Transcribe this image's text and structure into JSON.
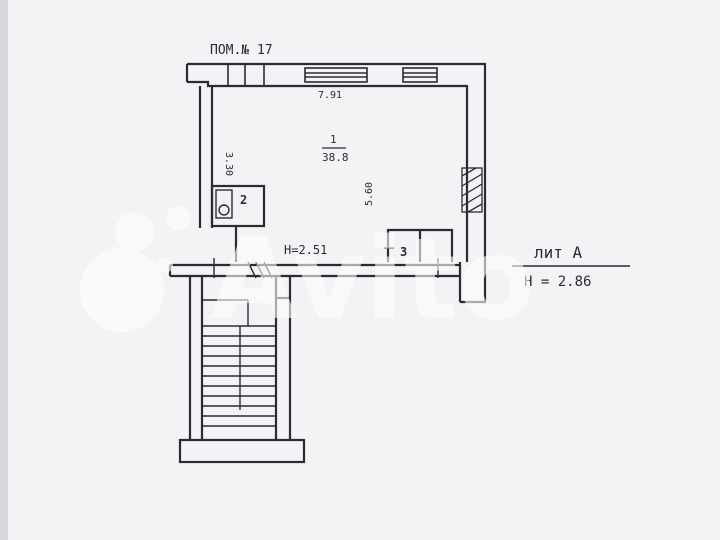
{
  "plan": {
    "header": "ПОМ.№ 17",
    "rooms": [
      {
        "number": "1",
        "area": "38.8"
      },
      {
        "number": "2"
      },
      {
        "number": "3"
      }
    ],
    "dimensions": {
      "top": "7.91",
      "left": "3.30",
      "right": "5.60"
    },
    "room_height": "H=2.51",
    "building": {
      "label": "лит А",
      "height": "H = 2.86"
    },
    "watermark": "Avito"
  },
  "colors": {
    "background": "#f3f2f4",
    "ink": "#2b2b33",
    "watermark": "#ffffff"
  }
}
